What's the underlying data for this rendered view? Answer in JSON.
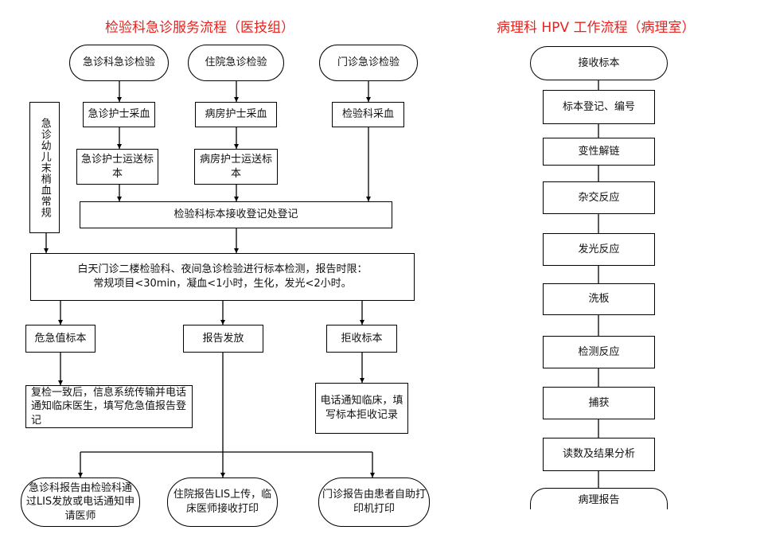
{
  "left": {
    "title": "检验科急诊服务流程（医技组）",
    "start_emergency": "急诊科急诊检验",
    "start_inpatient": "住院急诊检验",
    "start_outpatient": "门诊急诊检验",
    "side_box": "急诊幼儿末梢血常规",
    "nurse_emergency": "急诊护士采血",
    "nurse_ward": "病房护士采血",
    "lab_draw": "检验科采血",
    "transport_emergency": "急诊护士运送标本",
    "transport_ward": "病房护士运送标本",
    "registration": "检验科标本接收登记处登记",
    "testing_line1": "白天门诊二楼检验科、夜间急诊检验进行标本检测，报告时限：",
    "testing_line2": "常规项目<30min，凝血<1小时，生化，发光<2小时。",
    "critical": "危急值标本",
    "report": "报告发放",
    "reject": "拒收标本",
    "critical_action": "复检一致后，信息系统传输并电话通知临床医生，填写危急值报告登记",
    "reject_action": "电话通知临床，填写标本拒收记录",
    "end_emergency": "急诊科报告由检验科通过LIS发放或电话通知申请医师",
    "end_inpatient": "住院报告LIS上传，临床医师接收打印",
    "end_outpatient": "门诊报告由患者自助打印机打印"
  },
  "right": {
    "title": "病理科 HPV 工作流程（病理室）",
    "steps": [
      "接收标本",
      "标本登记、编号",
      "变性解链",
      "杂交反应",
      "发光反应",
      "洗板",
      "检测反应",
      "捕获",
      "读数及结果分析",
      "病理报告"
    ]
  }
}
